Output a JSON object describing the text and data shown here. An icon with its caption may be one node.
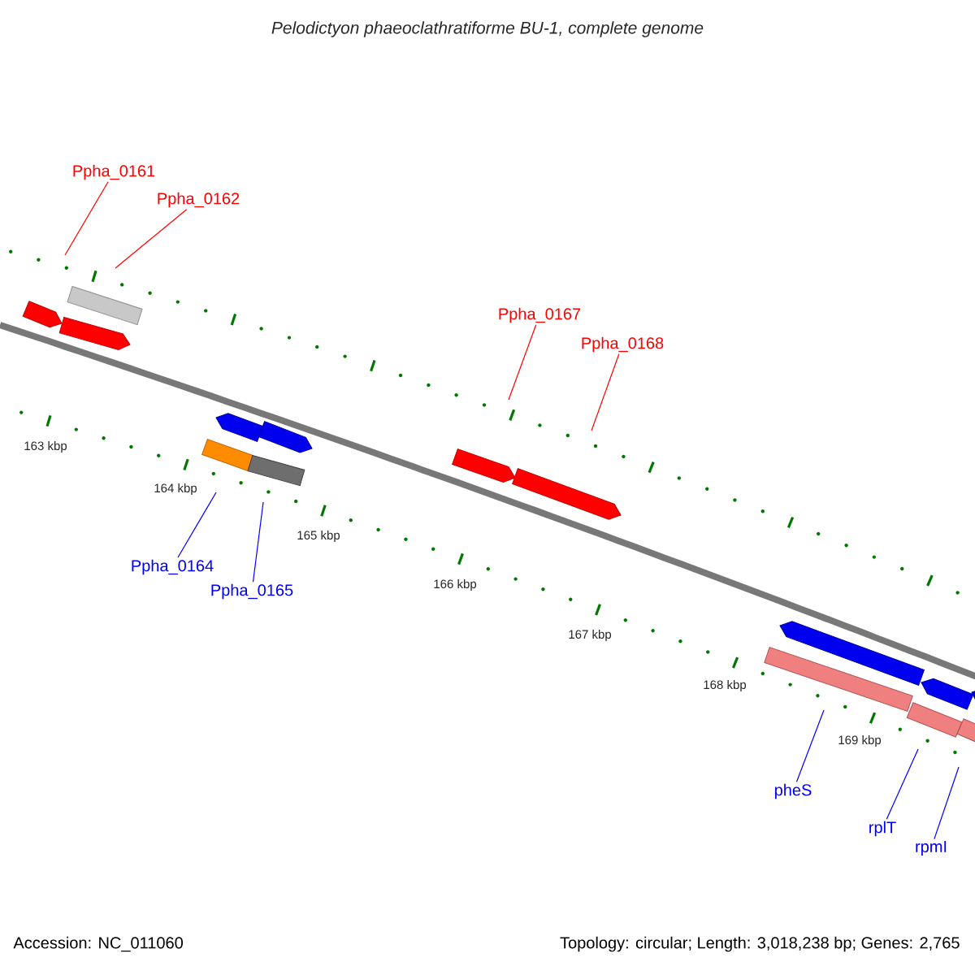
{
  "diagram": {
    "title": "Pelodictyon phaeoclathratiforme BU-1, complete genome",
    "nodes": [
      {
        "text": [
          "Ppha_0161"
        ]
      },
      {
        "text": [
          "Ppha_0162"
        ]
      },
      {
        "text": [
          "Ppha_0167"
        ]
      },
      {
        "text": [
          "Ppha_0168"
        ]
      },
      {
        "text": [
          "Ppha_0164"
        ]
      },
      {
        "text": [
          "Ppha_0165"
        ]
      },
      {
        "text": [
          "pheS"
        ]
      },
      {
        "text": [
          "rplT"
        ]
      },
      {
        "text": [
          "rpmI"
        ]
      }
    ],
    "edges": [
      {
        "from": 0,
        "to": null,
        "arrow": "none",
        "color": "#ff0000"
      },
      {
        "from": 1,
        "to": null,
        "arrow": "none",
        "color": "#ff0000"
      },
      {
        "from": 2,
        "to": null,
        "arrow": "none",
        "color": "#ff0000"
      },
      {
        "from": 3,
        "to": null,
        "arrow": "none",
        "color": "#ff0000"
      },
      {
        "from": 4,
        "to": null,
        "arrow": "none"
      },
      {
        "from": 5,
        "to": null,
        "arrow": "none"
      },
      {
        "from": 6,
        "to": null,
        "arrow": "none"
      },
      {
        "from": 7,
        "to": null,
        "arrow": "none"
      },
      {
        "from": 8,
        "to": null,
        "arrow": "none"
      }
    ],
    "labels": [
      "163 kbp",
      "164 kbp",
      "165 kbp",
      "166 kbp",
      "167 kbp",
      "168 kbp",
      "169 kbp",
      "Accession: NC_011060",
      "Topology: circular; Length: 3,018,238 bp; Genes: 2,765"
    ]
  }
}
